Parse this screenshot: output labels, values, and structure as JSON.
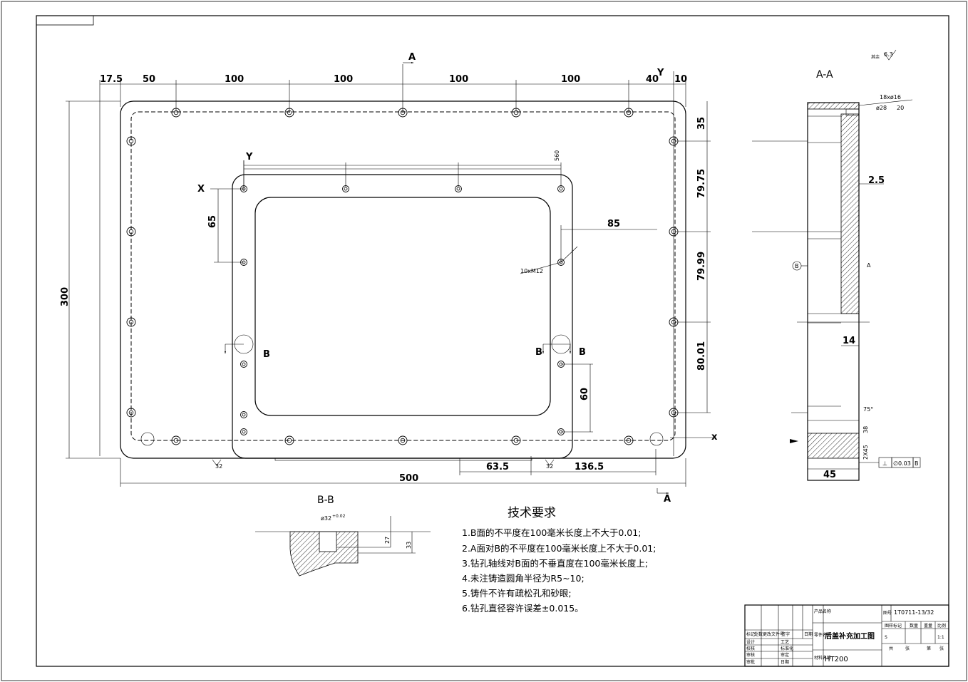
{
  "plan_view": {
    "top_dims": [
      "17.5",
      "50",
      "100",
      "100",
      "100",
      "100",
      "40",
      "10"
    ],
    "right_dims": [
      "35",
      "79.75",
      "79.99",
      "80.01"
    ],
    "left_dim": "300",
    "bottom_dims": {
      "overall": "500",
      "d1": "63.5",
      "d2": "136.5"
    },
    "inner": {
      "dim_560": "560",
      "dim_65": "65",
      "dim_85": "85",
      "dim_60": "60",
      "thread_note": "10xM12",
      "x_label": "X",
      "y_label": "Y"
    },
    "axis_labels": {
      "x": "x",
      "y": "Y"
    },
    "section_marks": {
      "a_top": "A",
      "a_bottom": "A",
      "b": "B"
    },
    "roughness": "32"
  },
  "section_aa": {
    "title": "A-A",
    "callout_1": "18xø16",
    "callout_2": "ø28",
    "callout_3": "20",
    "dim_2_5": "2.5",
    "dim_14": "14",
    "dim_45": "45",
    "dim_75": "75°",
    "dim_2x45": "2X45",
    "dim_38": "38",
    "label_a": "A",
    "label_b": "B",
    "tolerance": {
      "symbol": "⊥",
      "value": "∅0.03",
      "datum": "B"
    }
  },
  "section_bb": {
    "title": "B-B",
    "dia": "ø32",
    "dia_tol": "+0.02",
    "dim_27": "27",
    "dim_33": "33"
  },
  "roughness_corner": {
    "prefix": "其余",
    "value": "6.3"
  },
  "tech_requirements": {
    "title": "技术要求",
    "items": [
      "1.B面的不平度在100毫米长度上不大于0.01;",
      "2.A面对B的不平度在100毫米长度上不大于0.01;",
      "3.钻孔轴线对B面的不垂直度在100毫米长度上;",
      "4.未注铸造圆角半径为R5~10;",
      "5.铸件不许有疏松孔和砂眼;",
      "6.钻孔直径容许误差±0.015。"
    ]
  },
  "title_block": {
    "part_name": "后盖补充加工图",
    "drawing_no": "1T0711-13/32",
    "material": "HT200",
    "scale": "1:1",
    "labels": {
      "product_name": "产品名称",
      "part_name_label": "零件名称",
      "material_label": "材料名称",
      "drawing_label": "图号",
      "mark": "图样标记",
      "qty": "数量",
      "weight": "重量",
      "ratio": "比例",
      "total": "共",
      "sheet": "张",
      "page": "第",
      "page2": "张",
      "mark_s": "S",
      "rev_headers": [
        "标记",
        "处数",
        "更改文件号",
        "签字",
        "日期"
      ],
      "design": "设计",
      "check": "校核",
      "review": "审核",
      "approve": "审批",
      "process": "工艺",
      "standard": "标准化",
      "audit": "审定",
      "date": "日期"
    }
  }
}
